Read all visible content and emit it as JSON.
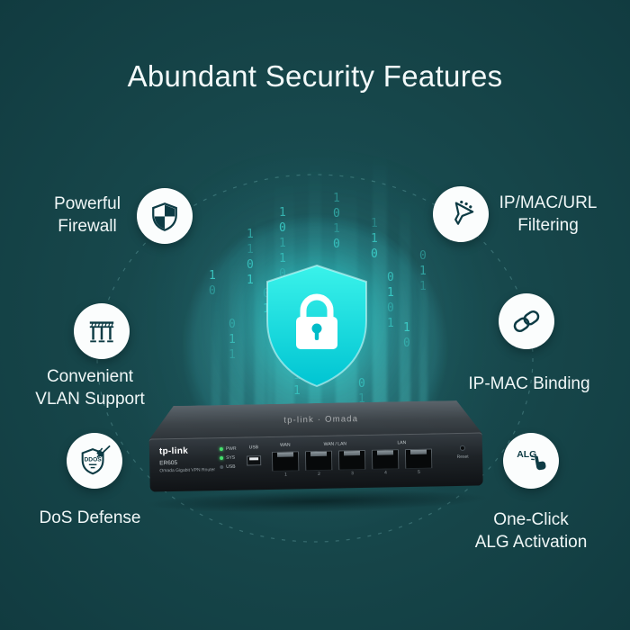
{
  "title": "Abundant Security Features",
  "features": [
    {
      "name": "powerful-firewall",
      "line1": "Powerful",
      "line2": "Firewall"
    },
    {
      "name": "ip-mac-url-filtering",
      "line1": "IP/MAC/URL",
      "line2": "Filtering"
    },
    {
      "name": "convenient-vlan-support",
      "line1": "Convenient",
      "line2": "VLAN Support"
    },
    {
      "name": "ip-mac-binding",
      "line1": "IP-MAC Binding",
      "line2": ""
    },
    {
      "name": "dos-defense",
      "line1": "DoS Defense",
      "line2": ""
    },
    {
      "name": "one-click-alg-activation",
      "line1": "One-Click",
      "line2": "ALG Activation"
    }
  ],
  "icon_texts": {
    "ddos": "DDOS",
    "alg": "ALG"
  },
  "router": {
    "top_brand": "tp-link · Omada",
    "brand": "tp-link",
    "model": "ER605",
    "subtitle": "Omada Gigabit VPN Router",
    "leds": [
      "PWR",
      "SYS",
      "USB"
    ],
    "led_states": [
      "on",
      "on",
      "off"
    ],
    "usb_label": "USB",
    "port_groups": [
      {
        "label": "WAN",
        "span": 1
      },
      {
        "label": "WAN / LAN",
        "span": 2
      },
      {
        "label": "LAN",
        "span": 2
      }
    ],
    "port_numbers": [
      "1",
      "2",
      "3",
      "4",
      "5"
    ],
    "reset_label": "Reset"
  },
  "decor": {
    "binary_columns": [
      "10",
      "011",
      "1101",
      "01",
      "10110",
      "011",
      "1010",
      "01",
      "110",
      "0101",
      "10",
      "011"
    ]
  },
  "colors": {
    "background": "#164549",
    "accent_cyan": "#12dedd",
    "icon_ink": "#0d3b44",
    "text": "#f3fafa"
  }
}
